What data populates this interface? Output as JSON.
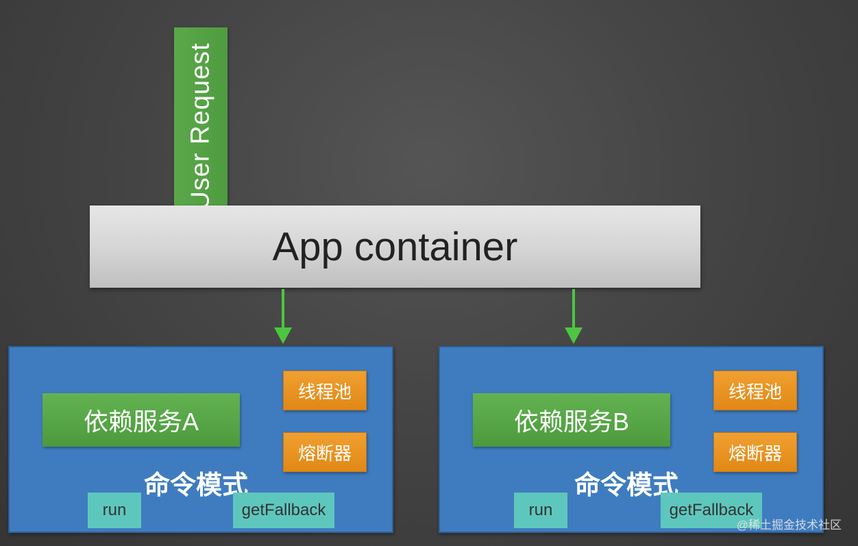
{
  "user_request": {
    "label": "User Request"
  },
  "app_container": {
    "label": "App container"
  },
  "service_a": {
    "dependency_label": "依赖服务A",
    "thread_pool_label": "线程池",
    "circuit_breaker_label": "熔断器",
    "command_pattern_label": "命令模式",
    "run_label": "run",
    "fallback_label": "getFallback"
  },
  "service_b": {
    "dependency_label": "依赖服务B",
    "thread_pool_label": "线程池",
    "circuit_breaker_label": "熔断器",
    "command_pattern_label": "命令模式",
    "run_label": "run",
    "fallback_label": "getFallback"
  },
  "watermark": {
    "text": "@稀土掘金技术社区"
  },
  "colors": {
    "background": "#454545",
    "green": "#55a545",
    "blue_box": "#3f7cbf",
    "orange": "#e8921f",
    "teal": "#5ec7bd",
    "container_gray": "#d4d4d4",
    "arrow": "#4cc640"
  }
}
